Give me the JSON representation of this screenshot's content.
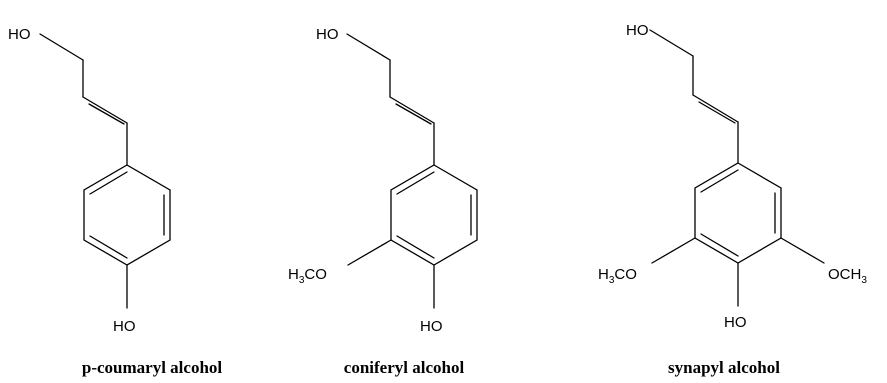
{
  "molecules": [
    {
      "name": "p-coumaryl alcohol",
      "labels": {
        "hydroxyl_top": "HO",
        "hydroxyl_bottom": "HO"
      }
    },
    {
      "name": "coniferyl alcohol",
      "labels": {
        "hydroxyl_top": "HO",
        "hydroxyl_bottom": "HO",
        "methoxy_left_pre": "H",
        "methoxy_left_sub": "3",
        "methoxy_left_post": "CO"
      }
    },
    {
      "name": "synapyl alcohol",
      "labels": {
        "hydroxyl_top": "HO",
        "hydroxyl_bottom": "HO",
        "methoxy_left_pre": "H",
        "methoxy_left_sub": "3",
        "methoxy_left_post": "CO",
        "methoxy_right_pre": "OCH",
        "methoxy_right_sub": "3"
      }
    }
  ]
}
